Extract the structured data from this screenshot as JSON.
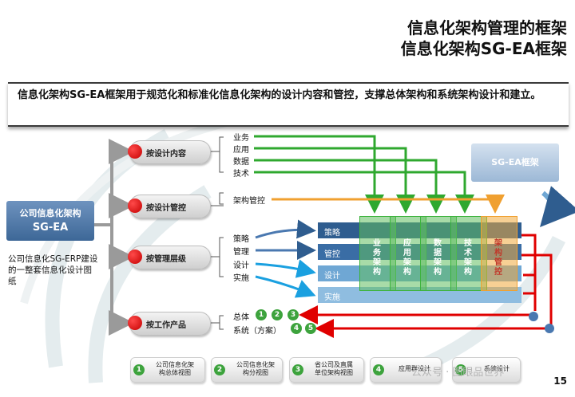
{
  "title": {
    "line1": "信息化架构管理的框架",
    "line2": "信息化架构SG-EA框架"
  },
  "statement": "信息化架构SG-EA框架用于规范化和标准化信息化架构的设计内容和管控，支撑总体架构和系统架构设计和建立。",
  "root": {
    "line1": "公司信息化架构",
    "line2": "SG-EA",
    "description": "公司信息化SG-ERP建设的一整套信息化设计图纸"
  },
  "categories": [
    {
      "label": "按设计内容",
      "items": [
        "业务",
        "应用",
        "数据",
        "技术"
      ]
    },
    {
      "label": "按设计管控",
      "items": [
        "架构管控"
      ]
    },
    {
      "label": "按管理层级",
      "items": [
        "策略",
        "管理",
        "设计",
        "实施"
      ]
    },
    {
      "label": "按工作产品",
      "items": [
        "总体",
        "系统（方案）"
      ]
    }
  ],
  "product_numbers": {
    "overall": [
      "1",
      "2",
      "3"
    ],
    "system": [
      "4",
      "5"
    ]
  },
  "bands": [
    "策略",
    "管控",
    "设计",
    "实施"
  ],
  "columns": [
    {
      "chars": [
        "业",
        "务",
        "架",
        "构"
      ]
    },
    {
      "chars": [
        "应",
        "用",
        "架",
        "构"
      ]
    },
    {
      "chars": [
        "数",
        "据",
        "架",
        "构"
      ]
    },
    {
      "chars": [
        "技",
        "术",
        "架",
        "构"
      ]
    },
    {
      "chars": [
        "架",
        "构",
        "管",
        "控"
      ]
    }
  ],
  "sgea_box": "SG-EA框架",
  "products": [
    {
      "num": "1",
      "line1": "公司信息化架",
      "line2": "构总体视图"
    },
    {
      "num": "2",
      "line1": "公司信息化架",
      "line2": "构分视图"
    },
    {
      "num": "3",
      "line1": "省公司及直属",
      "line2": "单位架构视图"
    },
    {
      "num": "4",
      "line1": "应用群设计",
      "line2": ""
    },
    {
      "num": "5",
      "line1": "系统设计",
      "line2": ""
    }
  ],
  "page_number": "15",
  "watermark": "公众号 · 图眼品世界",
  "colors": {
    "accent_red": "#e00000",
    "green": "#2fa82f",
    "blue_band": "#2f5d8f",
    "light_blue_band": "#6fa7d4",
    "orange": "#f0a030",
    "cyan_arrow": "#1aa0e0"
  }
}
